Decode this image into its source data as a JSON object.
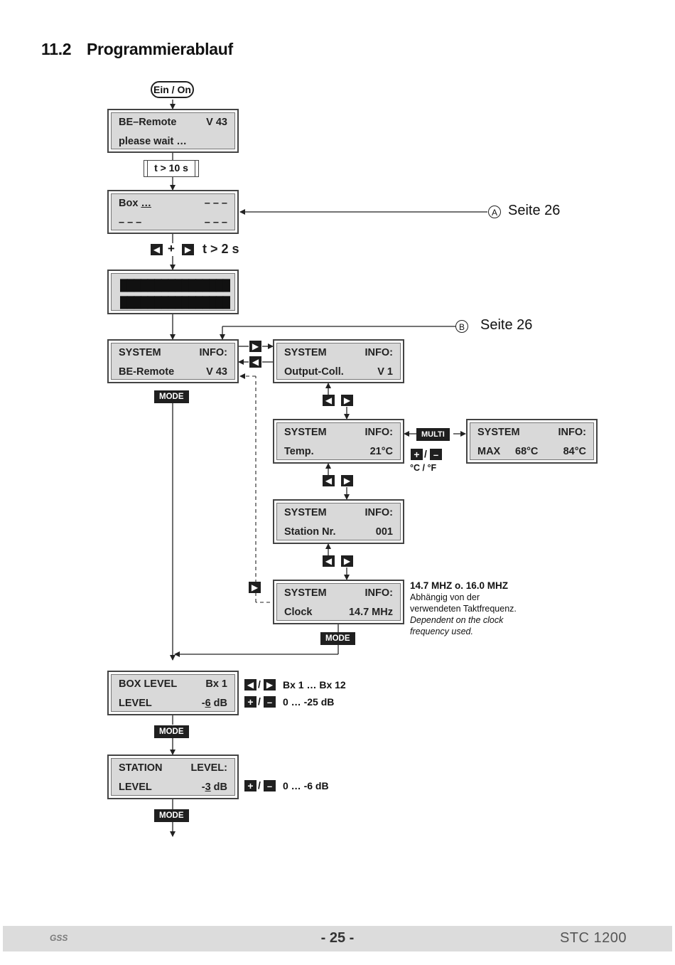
{
  "heading": {
    "number": "11.2",
    "title": "Programmierablauf"
  },
  "start": {
    "label": "Ein / On"
  },
  "boot_display": {
    "line1_left": "BE–Remote",
    "line1_right": "V 43",
    "line2_left": "please wait …"
  },
  "timer": {
    "label": "t > 10 s"
  },
  "box_display": {
    "line1_left": "Box",
    "line1_underlined": "…",
    "line1_right": "– – –",
    "line2_left": "– – –",
    "line2_right": "– – –"
  },
  "ref_a": {
    "circle": "A",
    "text": "Seite 26"
  },
  "ref_b": {
    "circle": "B",
    "text": "Seite 26"
  },
  "combo": {
    "plus": "+",
    "time": "t > 2 s"
  },
  "blocks_display": {
    "line1": "████████████████",
    "line2": "████████████████"
  },
  "sys_main": {
    "line1_left": "SYSTEM",
    "line1_right": "INFO:",
    "line2_left": "BE-Remote",
    "line2_right": "V 43"
  },
  "sys_output": {
    "line1_left": "SYSTEM",
    "line1_right": "INFO:",
    "line2_left": "Output-Coll.",
    "line2_right": "V 1"
  },
  "sys_temp": {
    "line1_left": "SYSTEM",
    "line1_right": "INFO:",
    "line2_left": "Temp.",
    "line2_right": "21°C"
  },
  "sys_max": {
    "line1_left": "SYSTEM",
    "line1_right": "INFO:",
    "line2_left": "MAX",
    "line2_mid": "68°C",
    "line2_right": "84°C"
  },
  "sys_station": {
    "line1_left": "SYSTEM",
    "line1_right": "INFO:",
    "line2_left": "Station Nr.",
    "line2_right": "001"
  },
  "sys_clock": {
    "line1_left": "SYSTEM",
    "line1_right": "INFO:",
    "line2_left": "Clock",
    "line2_right": "14.7 MHz"
  },
  "multi_tag": "MULTI",
  "mode_tag": "MODE",
  "temp_unit": {
    "plus": "+",
    "sep": "/",
    "minus": "–",
    "label": "°C / °F"
  },
  "clock_note": {
    "title": "14.7 MHZ o. 16.0 MHZ",
    "de1": "Abhängig von der",
    "de2": "verwendeten Taktfrequenz.",
    "en1": "Dependent on the clock",
    "en2": "frequency used."
  },
  "box_level": {
    "line1_left": "BOX LEVEL",
    "line1_right": "Bx  1",
    "line2_left": "LEVEL",
    "line2_right_pre": "-",
    "line2_right_u": "6",
    "line2_right_post": " dB"
  },
  "box_level_keys": {
    "arrows_sep": "/",
    "arrows_range": "Bx  1 … Bx 12",
    "plus": "+",
    "sep": "/",
    "minus": "–",
    "range": "0 … -25 dB"
  },
  "station_level": {
    "line1_left": "STATION",
    "line1_right": "LEVEL:",
    "line2_left": "LEVEL",
    "line2_right_pre": "-",
    "line2_right_u": "3",
    "line2_right_post": " dB"
  },
  "station_level_keys": {
    "plus": "+",
    "sep": "/",
    "minus": "–",
    "range": "0 … -6 dB"
  },
  "keys": {
    "left": "◀",
    "right": "▶"
  },
  "footer": {
    "logo": "GSS",
    "page": "- 25 -",
    "model": "STC 1200"
  }
}
